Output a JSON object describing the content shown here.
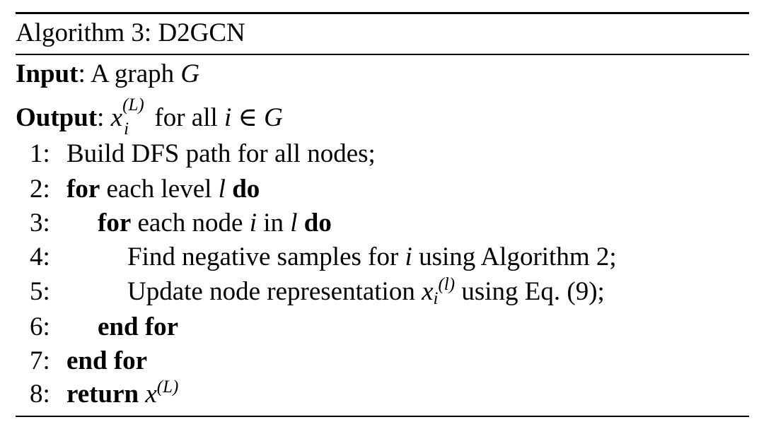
{
  "algorithm": {
    "title": "Algorithm 3: D2GCN",
    "input_label": "Input",
    "input_text": ": A graph ",
    "input_graph": "G",
    "output_label": "Output",
    "output_sep": ": ",
    "output_var": "x",
    "output_sup": "(L)",
    "output_sub": "i",
    "output_text": " for all ",
    "output_expr": "i ∈ G",
    "steps": [
      {
        "num": "1:",
        "text": "Build DFS path for all nodes;"
      },
      {
        "num": "2:",
        "kw1": "for",
        "pre": " each level ",
        "var": "l",
        "kw2": " do"
      },
      {
        "num": "3:",
        "kw1": "for",
        "pre": " each node ",
        "var": "i",
        "mid": " in ",
        "var2": "l",
        "kw2": " do"
      },
      {
        "num": "4:",
        "pre": "Find negative samples for ",
        "var": "i",
        "post": " using Algorithm 2;"
      },
      {
        "num": "5:",
        "pre": "Update node representation ",
        "var": "x",
        "sub": "i",
        "sup": "(l)",
        "post": " using Eq. (9);"
      },
      {
        "num": "6:",
        "kw1": "end for"
      },
      {
        "num": "7:",
        "kw1": "end for"
      },
      {
        "num": "8:",
        "kw1": "return",
        "pre": " ",
        "var": "x",
        "sup": "(L)"
      }
    ]
  }
}
